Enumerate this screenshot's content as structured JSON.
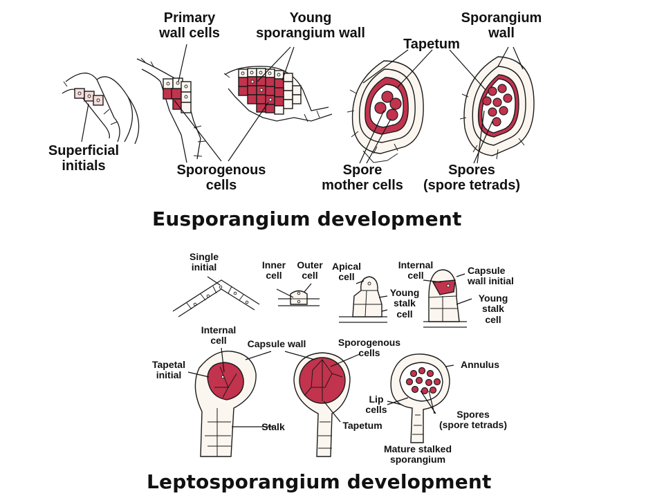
{
  "titles": {
    "eu": "Eusporangium development",
    "lepto": "Leptosporangium development"
  },
  "eu_labels": {
    "primary_wall_cells": "Primary\nwall cells",
    "young_sporangium_wall": "Young\nsporangium wall",
    "tapetum": "Tapetum",
    "sporangium_wall": "Sporangium\nwall",
    "superficial_initials": "Superficial\ninitials",
    "sporogenous_cells": "Sporogenous\ncells",
    "spore_mother_cells": "Spore\nmother cells",
    "spores": "Spores\n(spore tetrads)"
  },
  "lepto_labels": {
    "single_initial": "Single\ninitial",
    "inner_cell": "Inner\ncell",
    "outer_cell": "Outer\ncell",
    "apical_cell": "Apical\ncell",
    "young_stalk_cell_1": "Young\nstalk\ncell",
    "internal_cell_1": "Internal\ncell",
    "capsule_wall_initial": "Capsule\nwall initial",
    "young_stalk_cell_2": "Young\nstalk\ncell",
    "internal_cell_2": "Internal\ncell",
    "capsule_wall": "Capsule wall",
    "sporogenous_cells": "Sporogenous\ncells",
    "annulus": "Annulus",
    "tapetal_initial": "Tapetal\ninitial",
    "lip_cells": "Lip\ncells",
    "spores": "Spores\n(spore tetrads)",
    "stalk": "Stalk",
    "tapetum": "Tapetum",
    "mature": "Mature stalked\nsporangium"
  },
  "colors": {
    "tissue": "#c2334d",
    "cell_fill": "#fbf6ef",
    "outline": "#1a1a1a"
  }
}
